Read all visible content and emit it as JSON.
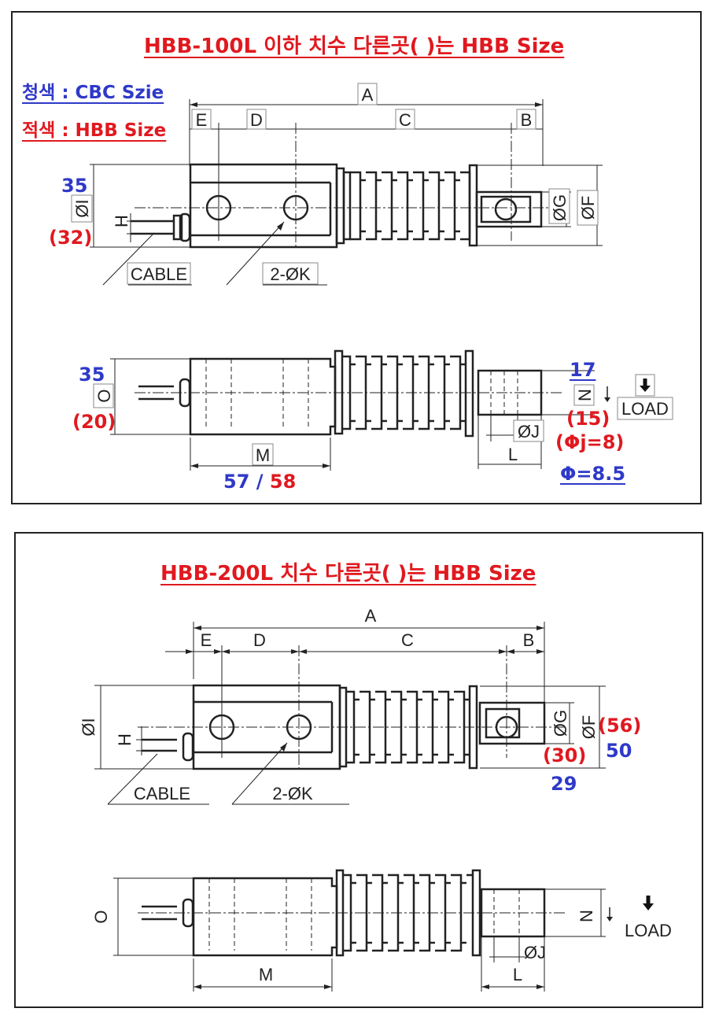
{
  "panel1": {
    "title": "HBB-100L 이하 치수 다른곳(  )는 HBB Size",
    "legend_blue": "청색 : CBC Szie",
    "legend_red": "적색 : HBB Size",
    "dims": {
      "A": "A",
      "B": "B",
      "C": "C",
      "D": "D",
      "E": "E",
      "G": "ØG",
      "F": "ØF",
      "I": "ØI",
      "H": "H",
      "K": "2-ØK",
      "cable": "CABLE",
      "O": "O",
      "M": "M",
      "L": "L",
      "J": "ØJ",
      "N": "N",
      "load": "LOAD"
    },
    "values": {
      "I_cbc": "35",
      "I_hbb": "(32)",
      "O_cbc": "35",
      "O_hbb": "(20)",
      "M_value": "57 / 58",
      "N_cbc": "17",
      "N_hbb": "(15)",
      "J_hbb": "(Φj=8)",
      "J_cbc": "Φ=8.5"
    },
    "colors": {
      "cbc": "#2f39c8",
      "hbb": "#e0191f"
    }
  },
  "panel2": {
    "title": "HBB-200L 치수 다른곳(  )는 HBB Size",
    "dims": {
      "A": "A",
      "B": "B",
      "C": "C",
      "D": "D",
      "E": "E",
      "G": "ØG",
      "F": "ØF",
      "I": "ØI",
      "H": "H",
      "K": "2-ØK",
      "cable": "CABLE",
      "O": "O",
      "M": "M",
      "L": "L",
      "J": "ØJ",
      "N": "N",
      "load": "LOAD"
    },
    "values": {
      "F_hbb": "(56)",
      "F_cbc": "50",
      "G_hbb": "(30)",
      "G_cbc": "29"
    }
  }
}
